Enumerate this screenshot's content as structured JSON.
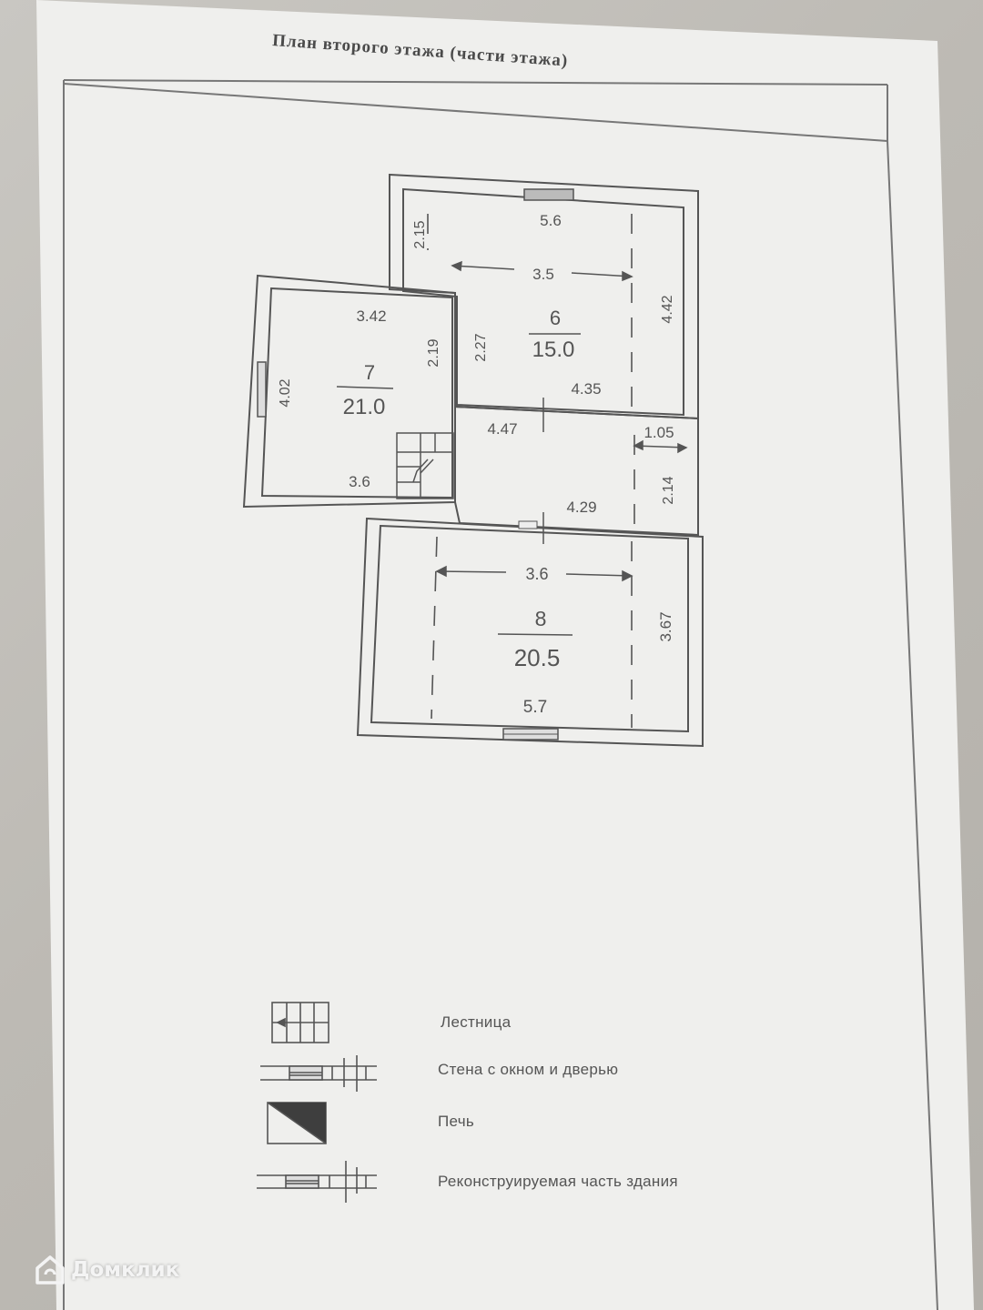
{
  "document": {
    "title": "План второго этажа (части этажа)"
  },
  "floor_plan": {
    "rooms": [
      {
        "number": "6",
        "area": "15.0"
      },
      {
        "number": "7",
        "area": "21.0"
      },
      {
        "number": "8",
        "area": "20.5"
      }
    ],
    "dimensions": {
      "d_5_6": "5.6",
      "d_2_15": "2.15",
      "d_3_5": "3.5",
      "d_4_42": "4.42",
      "d_3_42": "3.42",
      "d_2_19": "2.19",
      "d_2_27": "2.27",
      "d_4_02": "4.02",
      "d_4_35": "4.35",
      "d_4_47": "4.47",
      "d_1_05": "1.05",
      "d_3_6_top": "3.6",
      "d_4_29": "4.29",
      "d_2_14": "2.14",
      "d_3_6_bottom": "3.6",
      "d_3_67": "3.67",
      "d_5_7": "5.7"
    }
  },
  "legend": {
    "items": [
      {
        "label": "Лестница",
        "icon": "stairs-icon"
      },
      {
        "label": "Стена с окном и дверью",
        "icon": "wall-window-door-icon"
      },
      {
        "label": "Печь",
        "icon": "stove-icon"
      },
      {
        "label": "Реконструируемая часть здания",
        "icon": "reconstructed-part-icon"
      }
    ]
  },
  "watermark": {
    "brand": "Домклик"
  }
}
